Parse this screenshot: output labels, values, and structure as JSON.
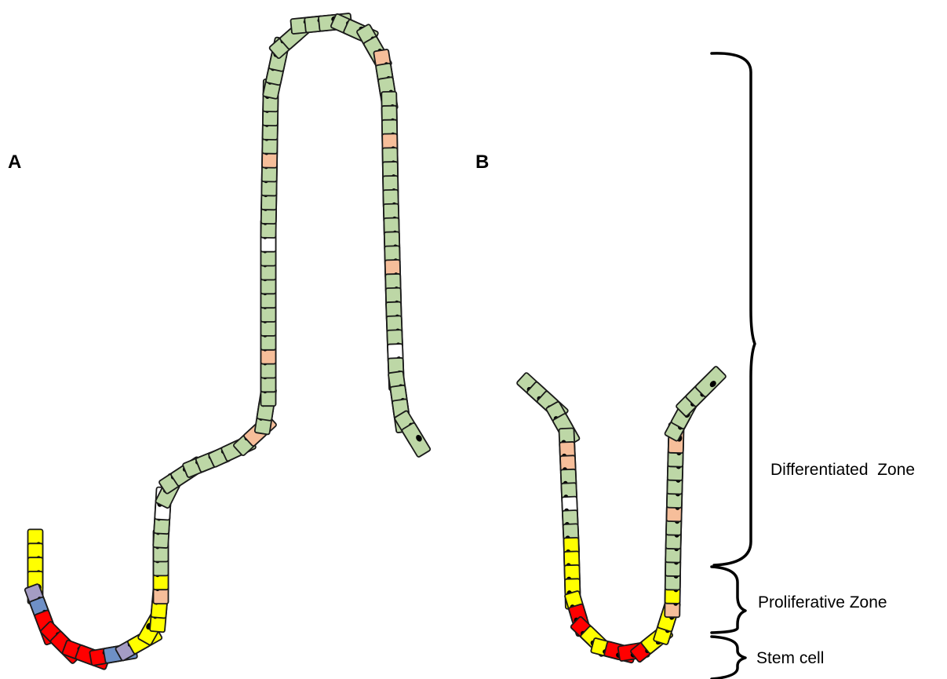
{
  "panels": {
    "a_label": "A",
    "b_label": "B"
  },
  "zones": {
    "differentiated": "Differentiated  Zone",
    "proliferative": "Proliferative Zone",
    "stem": "Stem cell"
  },
  "colors": {
    "differentiated_cell": "#BDD7A6",
    "secretory_cell": "#F6BE9A",
    "white_cell": "#FFFFFF",
    "proliferative_cell": "#FFFF00",
    "stem_cell": "#FF0000",
    "paneth_cell": "#6E90C6",
    "transit_cell": "#A49CC4",
    "nucleus": "#000000",
    "outline": "#1A1A1A"
  }
}
